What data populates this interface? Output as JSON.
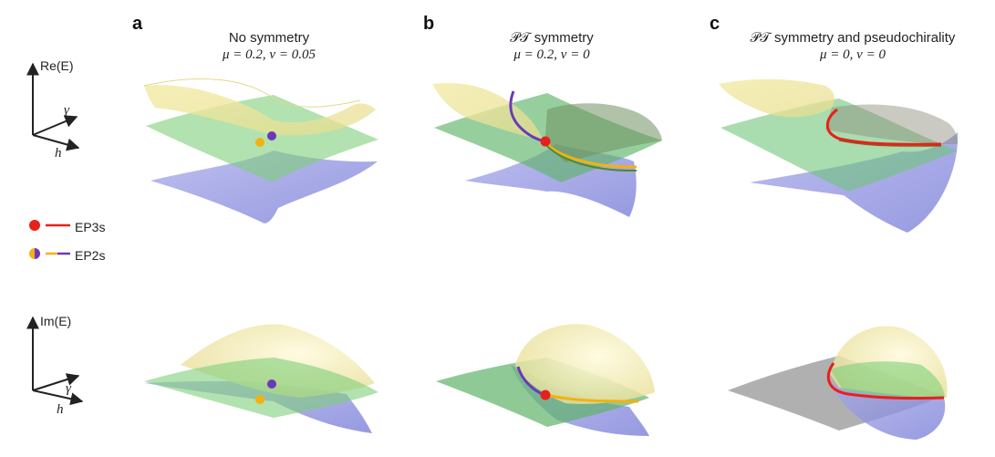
{
  "panels": [
    {
      "letter": "a",
      "title": "No symmetry",
      "params": "μ = 0.2, ν = 0.05"
    },
    {
      "letter": "b",
      "title": "𝒫𝒯 symmetry",
      "params": "μ = 0.2, ν = 0"
    },
    {
      "letter": "c",
      "title": "𝒫𝒯 symmetry and pseudochirality",
      "params": "μ = 0, ν = 0"
    }
  ],
  "axes": {
    "re_label": "Re(E)",
    "im_label": "Im(E)",
    "y_letter": "γ",
    "h_letter": "h"
  },
  "legend": {
    "ep3_label": "EP3s",
    "ep2_label": "EP2s"
  },
  "colors": {
    "ep3": "#e8201c",
    "ep2_yellow": "#f2b213",
    "ep2_purple": "#6a3ab8",
    "surface_yellow": "#f3ecaa",
    "surface_green": "#7fcf7a",
    "surface_blue": "#8c8fe0",
    "surface_gray": "#9a9a9a"
  }
}
